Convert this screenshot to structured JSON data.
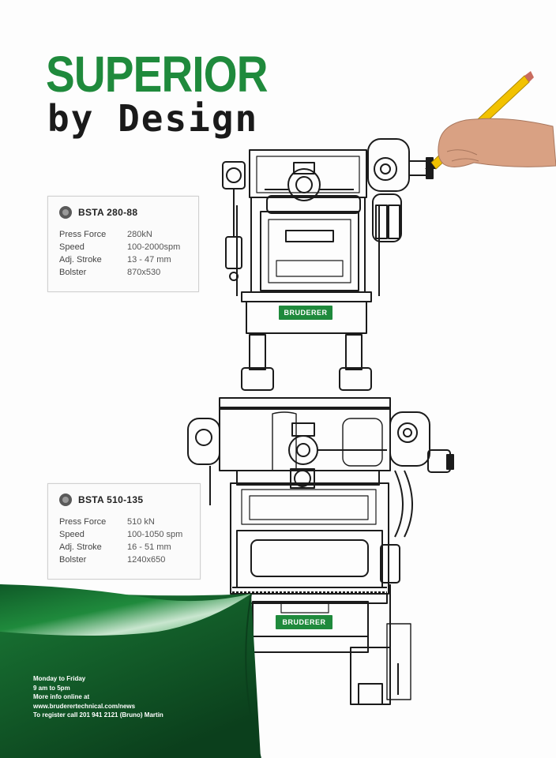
{
  "headline": {
    "line1": "SUPERIOR",
    "line2": "by Design"
  },
  "colors": {
    "brand_green": "#1f8a3c",
    "dark_green": "#0d4d22",
    "ink": "#1a1a1a"
  },
  "machine_plate_text": "BRUDERER",
  "specs": [
    {
      "model": "BSTA 280-88",
      "rows": [
        {
          "label": "Press Force",
          "value": "280kN"
        },
        {
          "label": "Speed",
          "value": "100-2000spm"
        },
        {
          "label": "Adj. Stroke",
          "value": "13 - 47 mm"
        },
        {
          "label": "Bolster",
          "value": "870x530"
        }
      ]
    },
    {
      "model": "BSTA 510-135",
      "rows": [
        {
          "label": "Press Force",
          "value": "510 kN"
        },
        {
          "label": "Speed",
          "value": "100-1050 spm"
        },
        {
          "label": "Adj. Stroke",
          "value": "16 - 51 mm"
        },
        {
          "label": "Bolster",
          "value": "1240x650"
        }
      ]
    }
  ],
  "footer": {
    "lines": [
      "Monday to Friday",
      "9 am to 5pm",
      "More info online at",
      "www.bruderertechnical.com/news",
      "To register call 201 941 2121 (Bruno) Martin"
    ]
  }
}
